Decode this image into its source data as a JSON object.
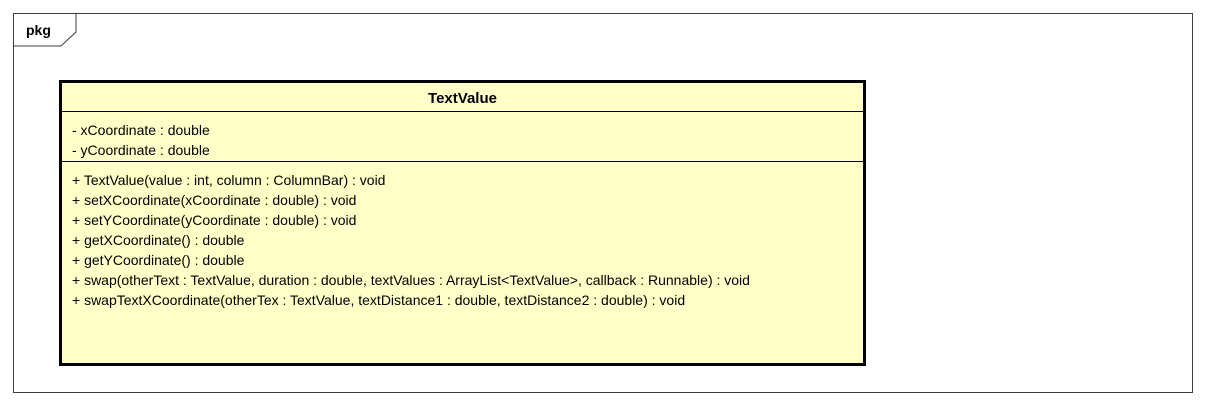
{
  "package": {
    "label": "pkg"
  },
  "class": {
    "name": "TextValue",
    "attributes": [
      "- xCoordinate : double",
      "- yCoordinate : double"
    ],
    "operations": [
      "+ TextValue(value : int, column : ColumnBar) : void",
      "+ setXCoordinate(xCoordinate : double) : void",
      "+ setYCoordinate(yCoordinate : double) : void",
      "+ getXCoordinate() : double",
      "+ getYCoordinate() : double",
      "+ swap(otherText : TextValue, duration : double, textValues : ArrayList<TextValue>, callback : Runnable) : void",
      "+ swapTextXCoordinate(otherTex : TextValue, textDistance1 : double, textDistance2 : double) : void"
    ]
  },
  "colors": {
    "class_fill": "#ffffc8",
    "border": "#000000",
    "frame": "#3c3c3c",
    "background": "#ffffff"
  }
}
